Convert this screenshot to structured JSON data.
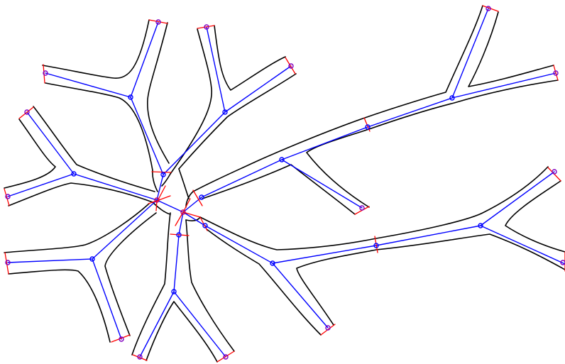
{
  "colors": {
    "background": "#ffffff",
    "outline": "#000000",
    "skeleton": "#0000ff",
    "node": "#0000ff",
    "endpoint": "#8000c0",
    "cut": "#ff0000"
  },
  "skeleton": {
    "nodes": [
      {
        "id": "hub",
        "type": "junction"
      },
      {
        "id": "c1",
        "type": "junction"
      },
      {
        "id": "j1",
        "type": "junction"
      },
      {
        "id": "j2",
        "type": "junction"
      },
      {
        "id": "j3",
        "type": "junction"
      },
      {
        "id": "j4",
        "type": "junction"
      },
      {
        "id": "j5",
        "type": "junction"
      },
      {
        "id": "j6",
        "type": "junction"
      },
      {
        "id": "j7",
        "type": "junction"
      },
      {
        "id": "j8",
        "type": "junction"
      },
      {
        "id": "j9",
        "type": "junction"
      },
      {
        "id": "j10",
        "type": "junction"
      },
      {
        "id": "j11",
        "type": "junction"
      },
      {
        "id": "j12",
        "type": "junction"
      },
      {
        "id": "j13",
        "type": "junction"
      },
      {
        "id": "e1",
        "type": "endpoint"
      },
      {
        "id": "e2",
        "type": "endpoint"
      },
      {
        "id": "e3",
        "type": "endpoint"
      },
      {
        "id": "e4",
        "type": "endpoint"
      },
      {
        "id": "e5",
        "type": "endpoint"
      },
      {
        "id": "e6",
        "type": "endpoint"
      },
      {
        "id": "e7",
        "type": "endpoint"
      },
      {
        "id": "e8",
        "type": "endpoint"
      },
      {
        "id": "e9",
        "type": "endpoint"
      },
      {
        "id": "e10",
        "type": "endpoint"
      },
      {
        "id": "e11",
        "type": "endpoint"
      },
      {
        "id": "e12",
        "type": "endpoint"
      },
      {
        "id": "e13",
        "type": "endpoint"
      },
      {
        "id": "e14",
        "type": "endpoint"
      },
      {
        "id": "e15",
        "type": "endpoint"
      },
      {
        "id": "e16",
        "type": "endpoint"
      },
      {
        "id": "e17",
        "type": "endpoint"
      },
      {
        "id": "e18",
        "type": "endpoint"
      },
      {
        "id": "e19",
        "type": "endpoint"
      }
    ],
    "edges": [
      [
        "hub",
        "c1"
      ],
      [
        "hub",
        "j1"
      ],
      [
        "hub",
        "j2"
      ],
      [
        "hub",
        "j3"
      ],
      [
        "c1",
        "j4"
      ],
      [
        "c1",
        "j5"
      ],
      [
        "c1",
        "j6"
      ],
      [
        "c1",
        "j7"
      ],
      [
        "j1",
        "j8"
      ],
      [
        "j1",
        "e1"
      ],
      [
        "j1",
        "e2"
      ],
      [
        "j8",
        "j9"
      ],
      [
        "j8",
        "e3"
      ],
      [
        "j8",
        "e4"
      ],
      [
        "j2",
        "e5"
      ],
      [
        "j2",
        "e6"
      ],
      [
        "j3",
        "e7"
      ],
      [
        "j3",
        "e8"
      ],
      [
        "j4",
        "e9"
      ],
      [
        "j4",
        "e10"
      ],
      [
        "j5",
        "e11"
      ],
      [
        "j5",
        "e12"
      ],
      [
        "j6",
        "j10"
      ],
      [
        "j10",
        "j11"
      ],
      [
        "j10",
        "e13"
      ],
      [
        "j11",
        "j12"
      ],
      [
        "j11",
        "e14"
      ],
      [
        "j12",
        "e15"
      ],
      [
        "j12",
        "e16"
      ],
      [
        "j7",
        "j13"
      ],
      [
        "j13",
        "e17"
      ],
      [
        "j13",
        "e18"
      ],
      [
        "j13",
        "e19"
      ]
    ]
  }
}
